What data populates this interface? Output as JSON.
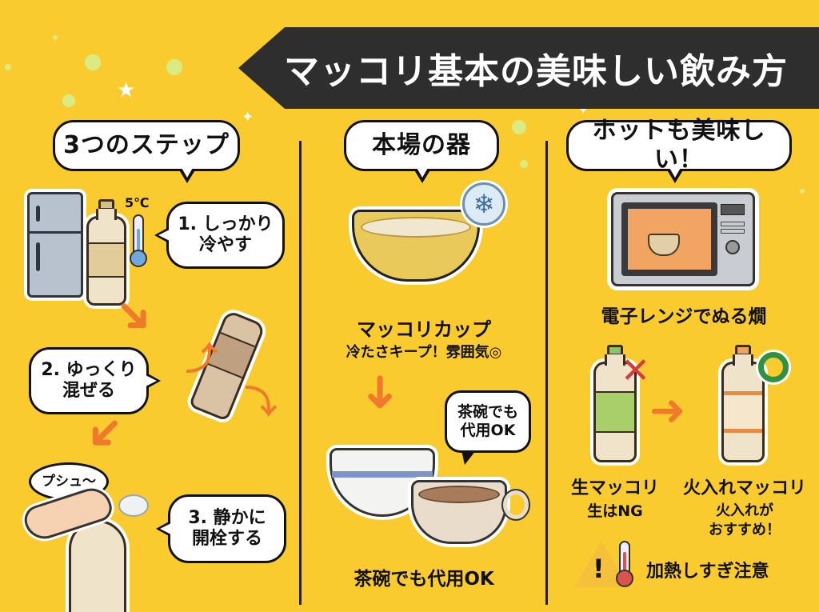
{
  "title": "マッコリ基本の美味しい飲み方",
  "colors": {
    "background": "#F9CB2E",
    "banner": "#2E2E2E",
    "arrow_orange": "#F07A2B",
    "ng_red": "#D63A3A",
    "ok_green": "#2E9146"
  },
  "columns": [
    {
      "heading": "3つのステップ",
      "steps": [
        {
          "number": "1.",
          "line1": "1. しっかり",
          "line2": "冷やす",
          "icons": [
            "refrigerator-icon",
            "bottle-icon",
            "thermometer-icon"
          ],
          "temperature": "5℃"
        },
        {
          "number": "2.",
          "line1": "2. ゆっくり",
          "line2": "混ぜる",
          "icons": [
            "tilted-bottle-icon",
            "rotate-arrows-icon"
          ]
        },
        {
          "number": "3.",
          "line1": "3. 静かに",
          "line2": "開栓する",
          "icons": [
            "hand-opening-bottle-icon"
          ],
          "sound": "プシュ〜"
        }
      ]
    },
    {
      "heading": "本場の器",
      "item1": {
        "name": "マッコリカップ",
        "note": "冷たさキープ！雰囲気◎",
        "icons": [
          "makgeolli-cup-icon",
          "snowflake-icon"
        ]
      },
      "item2": {
        "bubble_line1": "茶碗でも",
        "bubble_line2": "代用OK",
        "caption": "茶碗でも代用OK",
        "icons": [
          "rice-bowl-icon",
          "coffee-cup-icon"
        ]
      }
    },
    {
      "heading": "ホットも美味しい！",
      "microwave_caption": "電子レンジでぬる燗",
      "raw": {
        "name": "生マッコリ",
        "note": "生はNG",
        "mark": "✕"
      },
      "pasteurized": {
        "name": "火入れマッコリ",
        "note_line1": "火入れが",
        "note_line2": "おすすめ！",
        "mark": "○"
      },
      "warning": "加熱しすぎ注意"
    }
  ]
}
